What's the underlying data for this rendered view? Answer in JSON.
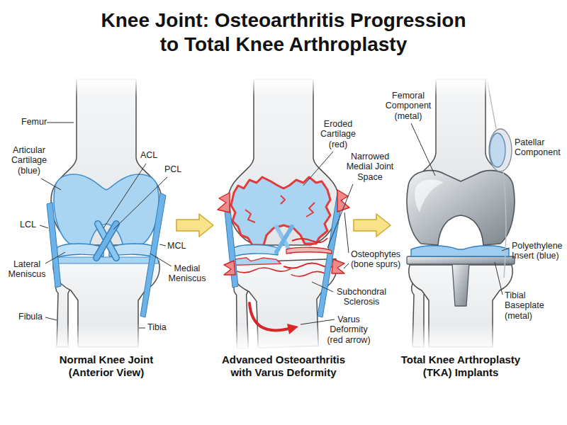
{
  "diagram": {
    "title": "Knee Joint: Osteoarthritis Progression to Total Knee Arthroplasty",
    "nodes": [
      {
        "text": [
          "Normal Knee Joint (Anterior View)"
        ]
      },
      {
        "text": [
          "Advanced Osteoarthritis with Varus Deformity"
        ]
      },
      {
        "text": [
          "Total Knee Arthroplasty (TKA) Implants"
        ]
      }
    ],
    "edges": [
      {
        "from": 0,
        "to": 1,
        "arrow": "to"
      },
      {
        "from": 1,
        "to": 2,
        "arrow": "to"
      }
    ],
    "labels": [
      "Femur",
      "Articular Cartilage (blue)",
      "ACL",
      "PCL",
      "LCL",
      "MCL",
      "Lateral Meniscus",
      "Medial Meniscus",
      "Fibula",
      "Tibia",
      "Eroded Cartilage (red)",
      "Narrowed Medial Joint Space",
      "Osteophytes (bone spurs)",
      "Subchondral Sclerosis",
      "Varus Deformity (red arrow)",
      "Femoral Component (metal)",
      "Patellar Component",
      "Polyethylene Insert (blue)",
      "Tibial Baseplate (metal)"
    ]
  }
}
